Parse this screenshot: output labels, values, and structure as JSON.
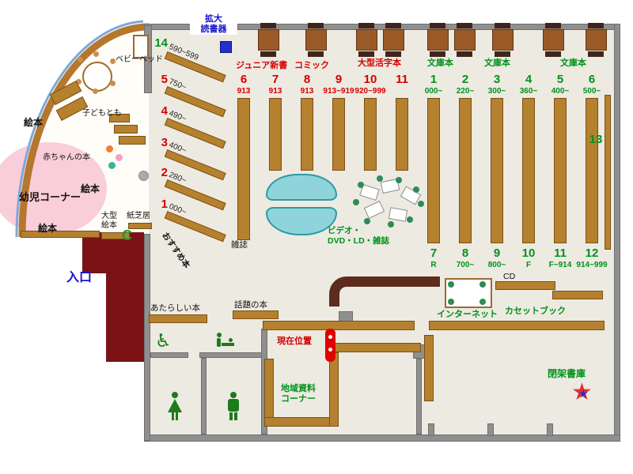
{
  "colors": {
    "red": "#d40000",
    "green": "#00921c",
    "blue": "#1414cc",
    "shelf": "#b5812f",
    "maroon": "#7a1216",
    "cyan": "#8fd4da",
    "pink": "#f9cdd9"
  },
  "header": {
    "reading_device": "拡大\n読書器"
  },
  "sections": {
    "junior": "ジュニア新書",
    "comic": "コミック",
    "large_print": "大型活字本",
    "bunko1": "文庫本",
    "bunko2": "文庫本",
    "bunko3": "文庫本"
  },
  "shelves_red": [
    {
      "num": "6",
      "range": "913"
    },
    {
      "num": "7",
      "range": "913"
    },
    {
      "num": "8",
      "range": "913"
    },
    {
      "num": "9",
      "range": "913~919"
    },
    {
      "num": "10",
      "range": "920~999"
    },
    {
      "num": "11",
      "range": ""
    }
  ],
  "shelves_green_top": [
    {
      "num": "1",
      "range": "000~"
    },
    {
      "num": "2",
      "range": "220~"
    },
    {
      "num": "3",
      "range": "300~"
    },
    {
      "num": "4",
      "range": "360~"
    },
    {
      "num": "5",
      "range": "400~"
    },
    {
      "num": "6",
      "range": "500~"
    }
  ],
  "shelves_green_bottom": [
    {
      "num": "7",
      "range": "R"
    },
    {
      "num": "8",
      "range": "700~"
    },
    {
      "num": "9",
      "range": "800~"
    },
    {
      "num": "10",
      "range": "F"
    },
    {
      "num": "11",
      "range": "F~914"
    },
    {
      "num": "12",
      "range": "914~999"
    }
  ],
  "shelf13": "13",
  "fan_shelves": [
    {
      "num": "14",
      "range": "590~599"
    },
    {
      "num": "5",
      "range": "750~"
    },
    {
      "num": "4",
      "range": "490~"
    },
    {
      "num": "3",
      "range": "400~"
    },
    {
      "num": "2",
      "range": "280~"
    },
    {
      "num": "1",
      "range": "000~"
    }
  ],
  "kids_area": {
    "baby_bed": "ベビーベッド",
    "kodomo": "子どもとも",
    "baby_books": "赤ちゃんの本",
    "toddler_corner": "幼児コーナー",
    "ehon1": "絵本",
    "ehon2": "絵本",
    "ehon3": "絵本",
    "large_ehon": "大型\n絵本",
    "kamishibai": "紙芝居"
  },
  "center_area": {
    "magazines": "雑誌",
    "recommended": "おすすめ本",
    "video": "ビデオ・\nDVD・LD・雑誌"
  },
  "entrance": "入口",
  "south_area": {
    "new_books": "あたらしい本",
    "topical_books": "話題の本",
    "current_location": "現在位置",
    "local_materials": "地域資料\nコーナー",
    "cd": "CD",
    "internet": "インターネット",
    "cassette": "カセットブック",
    "closed_stacks": "閉架書庫"
  },
  "icons": {
    "star": "★",
    "wheelchair": "♿"
  }
}
